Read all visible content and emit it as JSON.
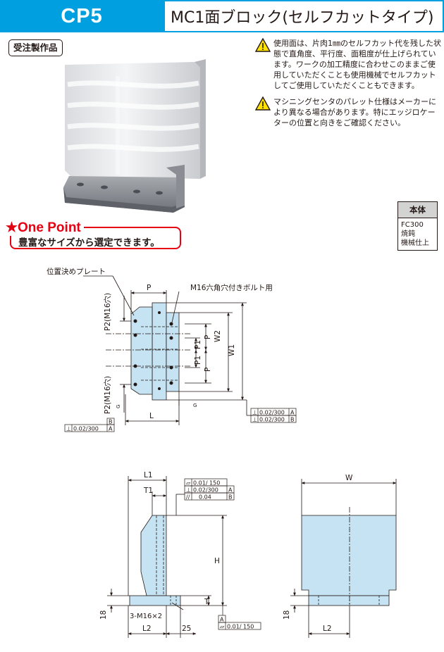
{
  "header": {
    "code": "CP5",
    "title": "MC1面ブロック(セルフカットタイプ)"
  },
  "badge": "受注製作品",
  "notes": [
    "使用面は、片肉1㎜のセルフカット代を残した状態で直角度、平行度、面粗度が仕上げられています。ワークの加工精度に合わせこのままご使用していただくことも使用機械でセルフカットしてご使用していただくこともできます。",
    "マシニングセンタのパレット仕様はメーカーにより異なる場合があります。特にエッジロケーターの位置と向きをご確認ください。"
  ],
  "material": {
    "header": "本体",
    "lines": [
      "FC300",
      "焼鈍",
      "機械仕上"
    ]
  },
  "one_point": {
    "label": "★One Point",
    "text": "豊富なサイズから選定できます。"
  },
  "colors": {
    "accent": "#00a0e0",
    "red": "#e50012",
    "part_fill": "#c6e3f3"
  },
  "drawing_top": {
    "plate_label": "位置決めプレート",
    "bolt_label": "M16六角穴付きボルト用",
    "p": "P",
    "p1": "P1",
    "p2_top": "P2(M16穴)",
    "p2_bottom": "P2(M16穴)",
    "w1": "W1",
    "w2": "W2",
    "l": "L",
    "g1": "G",
    "g2": "G",
    "tol_right_1": "0.02/300",
    "tol_right_1_ref": "A",
    "tol_right_2": "0.02/300",
    "tol_right_2_ref": "B",
    "tol_left": "0.02/300",
    "tol_left_ref": "A",
    "tol_left_datum": "B"
  },
  "drawing_side": {
    "l1": "L1",
    "t1": "T1",
    "h": "H",
    "t": "T",
    "dim18": "18",
    "l2": "L2",
    "dim25": "25",
    "holes": "3-M16×2",
    "tol_1": "0.01/ 150",
    "tol_2": "0.02/300",
    "tol_2_ref": "A",
    "tol_3": "0.04",
    "tol_3_ref": "B",
    "tol_bottom": "0.01/ 150",
    "datum_bottom": "A"
  },
  "drawing_front": {
    "w": "W",
    "dim18": "18",
    "l2": "L2"
  }
}
